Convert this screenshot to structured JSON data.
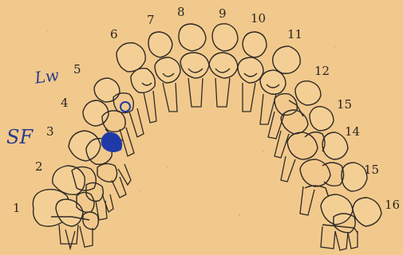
{
  "tooth_numbers": {
    "n1": "1",
    "n2": "2",
    "n3": "3",
    "n4": "4",
    "n5": "5",
    "n6": "6",
    "n7": "7",
    "n8": "8",
    "n9": "9",
    "n10": "10",
    "n11": "11",
    "n12": "12",
    "n13": "15",
    "n14": "14",
    "n15": "15",
    "n16": "16"
  },
  "handwritten_notes": {
    "upper": "Lw",
    "lower": "SF"
  },
  "colors": {
    "paper": "#f2c98c",
    "ink": "#2e2a26",
    "marker": "#1f3aa8"
  }
}
